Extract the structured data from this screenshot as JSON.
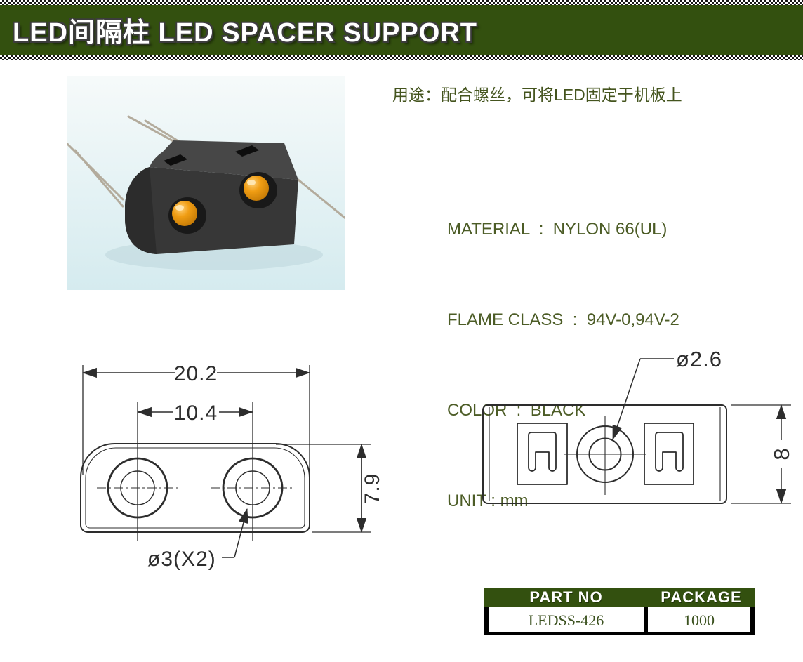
{
  "banner": {
    "title": "LED间隔柱 LED SPACER SUPPORT"
  },
  "intro": {
    "usage": "用途：配合螺丝，可将LED固定于机板上"
  },
  "specs": {
    "lines": [
      "MATERIAL  :  NYLON 66(UL)",
      "FLAME CLASS  :  94V-0,94V-2",
      "COLOR  :  BLACK",
      "UNIT : mm"
    ]
  },
  "front_view": {
    "overall_width": "20.2",
    "hole_spacing": "10.4",
    "height": "7.9",
    "hole_callout": "ø3(X2)"
  },
  "top_view": {
    "center_hole": "ø2.6",
    "depth": "8"
  },
  "table": {
    "headers": [
      "PART NO",
      "PACKAGE"
    ],
    "row": {
      "part_no": "LEDSS-426",
      "package": "1000"
    }
  },
  "colors": {
    "banner_green": "#33500f",
    "text_green": "#4c5c26",
    "led_orange": "#f09d13",
    "photo_background": "#d9edf0",
    "drawing_line": "#2d2d2d"
  }
}
